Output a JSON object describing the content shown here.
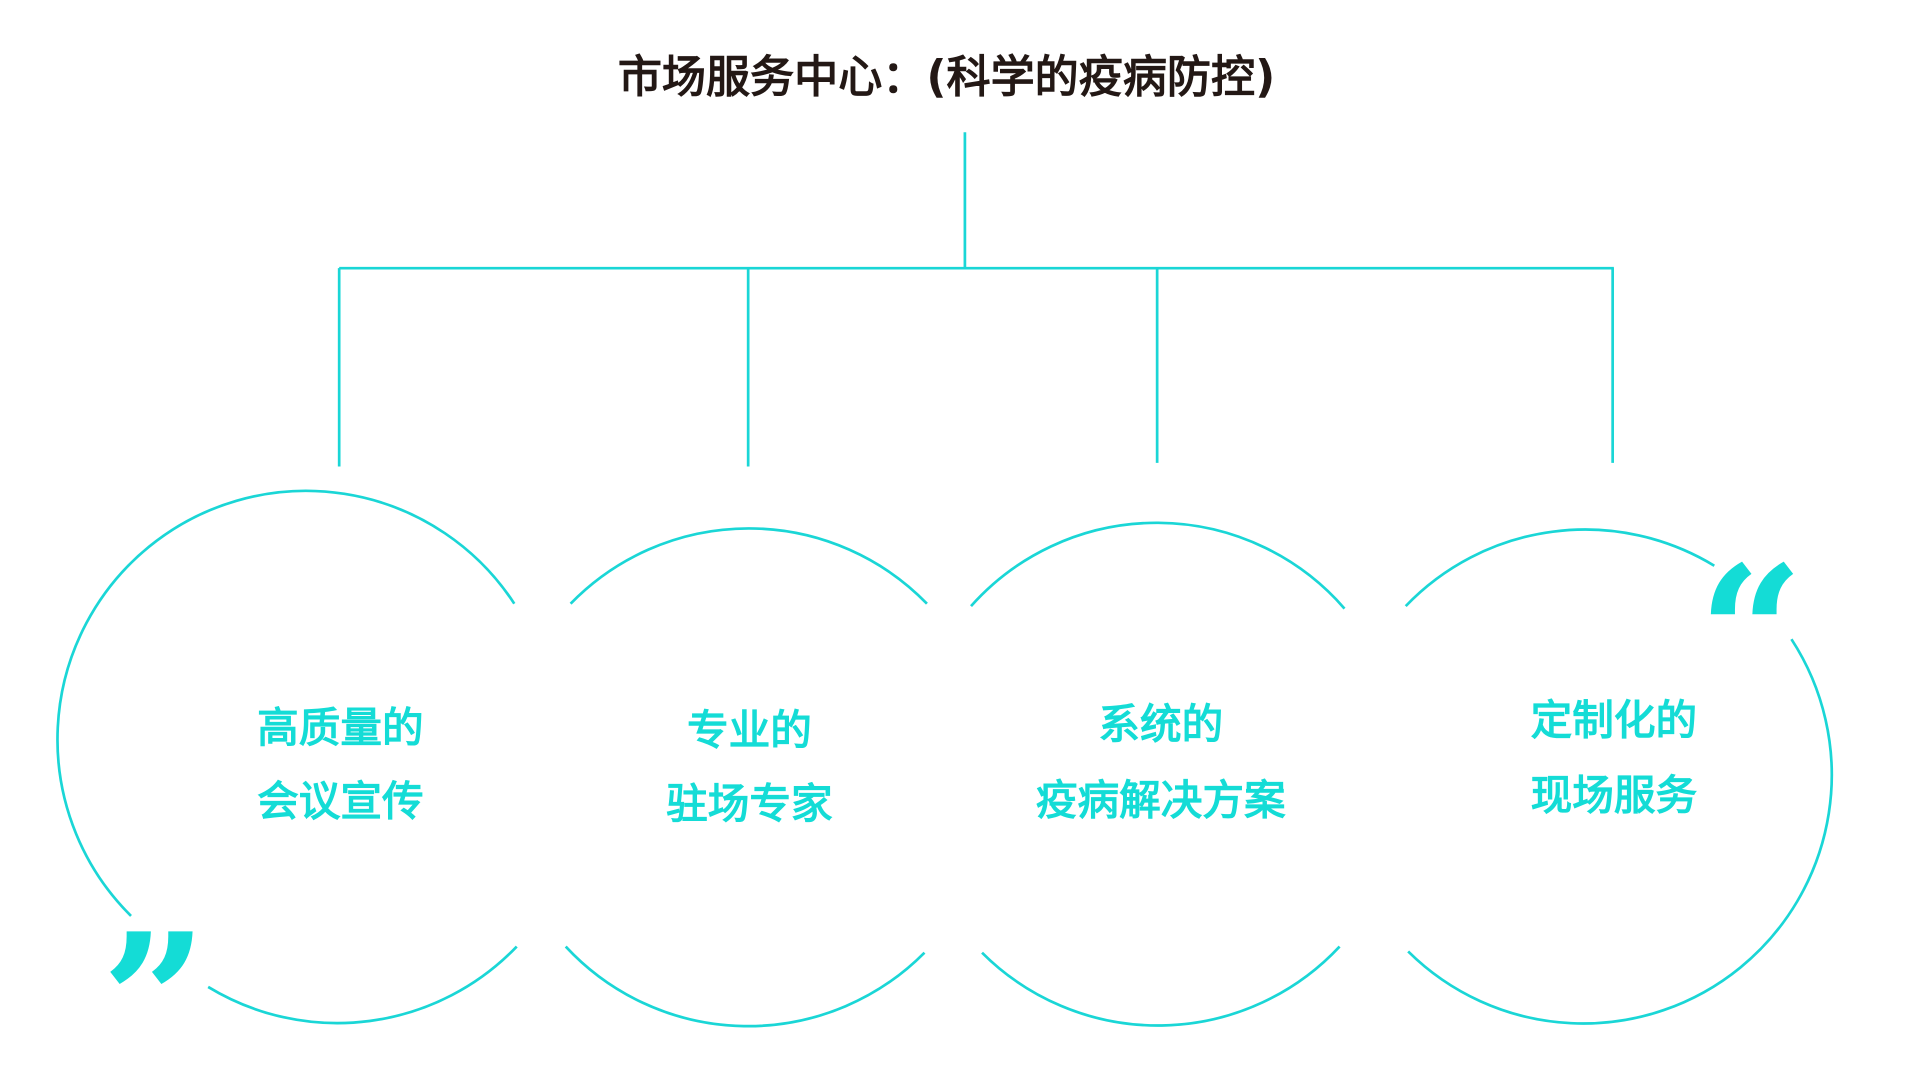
{
  "title": "市场服务中心：(科学的疫病防控)",
  "accent_color": "#14dcd6",
  "nodes": [
    {
      "line1": "高质量的",
      "line2": "会议宣传"
    },
    {
      "line1": "专业的",
      "line2": "驻场专家"
    },
    {
      "line1": "系统的",
      "line2": "疫病解决方案"
    },
    {
      "line1": "定制化的",
      "line2": "现场服务"
    }
  ],
  "quotes": {
    "open": "“",
    "close": "”"
  }
}
